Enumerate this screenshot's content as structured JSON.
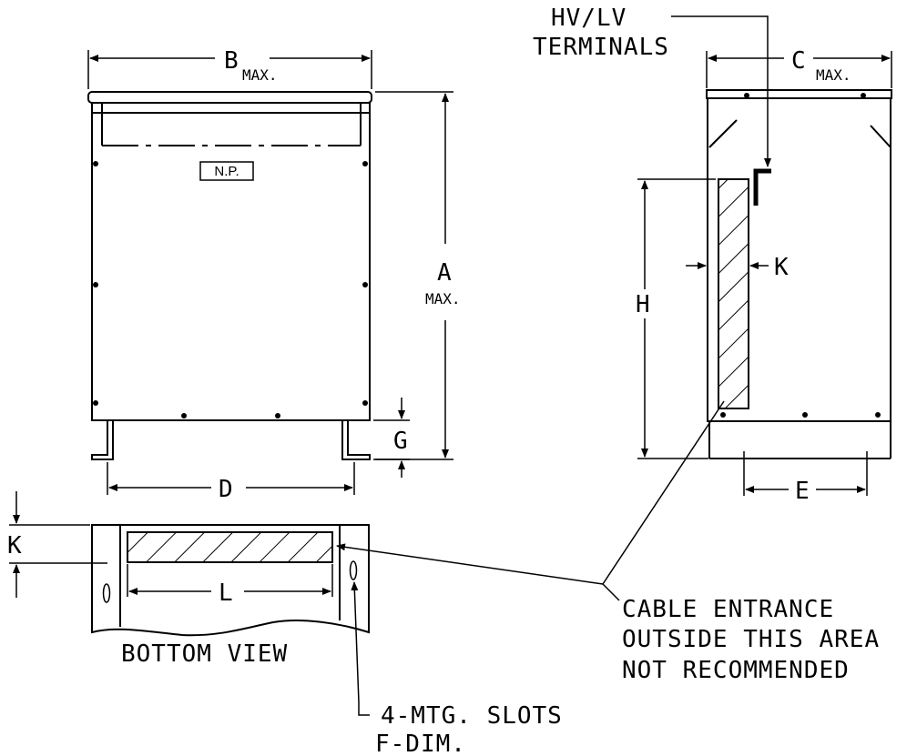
{
  "labels": {
    "dim_b": "B",
    "dim_b_max": "MAX.",
    "dim_a": "A",
    "dim_a_max": "MAX.",
    "dim_c": "C",
    "dim_c_max": "MAX.",
    "dim_d": "D",
    "dim_e": "E",
    "dim_g": "G",
    "dim_h": "H",
    "dim_k_side": "K",
    "dim_k_bottom": "K",
    "dim_l": "L",
    "nameplate": "N.P.",
    "terminals_line1": "HV/LV",
    "terminals_line2": "TERMINALS",
    "bottom_view": "BOTTOM VIEW",
    "cable_line1": "CABLE ENTRANCE",
    "cable_line2": "OUTSIDE THIS AREA",
    "cable_line3": "NOT RECOMMENDED",
    "slots_line1": "4-MTG. SLOTS",
    "slots_line2": "F-DIM."
  }
}
